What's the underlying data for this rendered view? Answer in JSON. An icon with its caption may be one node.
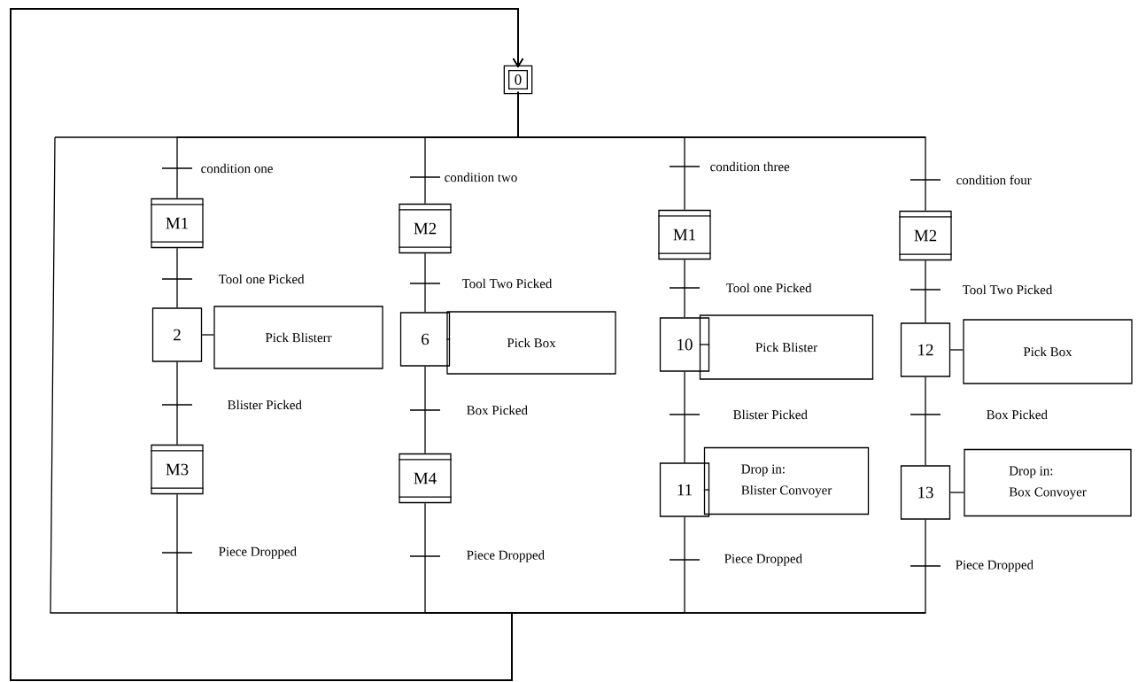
{
  "diagram": {
    "nodes": [
      {
        "text": [
          "0"
        ]
      },
      {
        "text": [
          "M1"
        ]
      },
      {
        "text": [
          "2"
        ]
      },
      {
        "text": [
          "Pick Blisterr"
        ]
      },
      {
        "text": [
          "M3"
        ]
      },
      {
        "text": [
          "M2"
        ]
      },
      {
        "text": [
          "6"
        ]
      },
      {
        "text": [
          "Pick Box"
        ]
      },
      {
        "text": [
          "M4"
        ]
      },
      {
        "text": [
          "M1"
        ]
      },
      {
        "text": [
          "10"
        ]
      },
      {
        "text": [
          "Pick Blister"
        ]
      },
      {
        "text": [
          "11"
        ]
      },
      {
        "text": [
          "Drop in:",
          "Blister Convoyer"
        ]
      },
      {
        "text": [
          "M2"
        ]
      },
      {
        "text": [
          "12"
        ]
      },
      {
        "text": [
          "Pick Box"
        ]
      },
      {
        "text": [
          "13"
        ]
      },
      {
        "text": [
          "Drop in:",
          "Box Convoyer"
        ]
      }
    ],
    "edges": [
      {
        "from": 0,
        "to": 1,
        "arrow": "none",
        "label": "condition one"
      },
      {
        "from": 1,
        "to": 2,
        "arrow": "none",
        "label": "Tool one Picked"
      },
      {
        "from": 2,
        "to": 3,
        "arrow": "none"
      },
      {
        "from": 2,
        "to": 4,
        "arrow": "none",
        "label": "Blister Picked"
      },
      {
        "from": 4,
        "to": 0,
        "arrow": "to",
        "label": "Piece Dropped"
      },
      {
        "from": 0,
        "to": 5,
        "arrow": "none",
        "label": "condition two"
      },
      {
        "from": 5,
        "to": 6,
        "arrow": "none",
        "label": "Tool Two Picked"
      },
      {
        "from": 6,
        "to": 7,
        "arrow": "none"
      },
      {
        "from": 6,
        "to": 8,
        "arrow": "none",
        "label": "Box Picked"
      },
      {
        "from": 8,
        "to": 0,
        "arrow": "to",
        "label": "Piece Dropped"
      },
      {
        "from": 0,
        "to": 9,
        "arrow": "none",
        "label": "condition three"
      },
      {
        "from": 9,
        "to": 10,
        "arrow": "none",
        "label": "Tool one Picked"
      },
      {
        "from": 10,
        "to": 11,
        "arrow": "none"
      },
      {
        "from": 10,
        "to": 12,
        "arrow": "none",
        "label": "Blister Picked"
      },
      {
        "from": 12,
        "to": 13,
        "arrow": "none"
      },
      {
        "from": 12,
        "to": 0,
        "arrow": "to",
        "label": "Piece Dropped"
      },
      {
        "from": 0,
        "to": 14,
        "arrow": "none",
        "label": "condition four"
      },
      {
        "from": 14,
        "to": 15,
        "arrow": "none",
        "label": "Tool Two Picked"
      },
      {
        "from": 15,
        "to": 16,
        "arrow": "none"
      },
      {
        "from": 15,
        "to": 17,
        "arrow": "none",
        "label": "Box Picked"
      },
      {
        "from": 17,
        "to": 18,
        "arrow": "none"
      },
      {
        "from": 17,
        "to": 0,
        "arrow": "to",
        "label": "Piece Dropped"
      }
    ]
  }
}
